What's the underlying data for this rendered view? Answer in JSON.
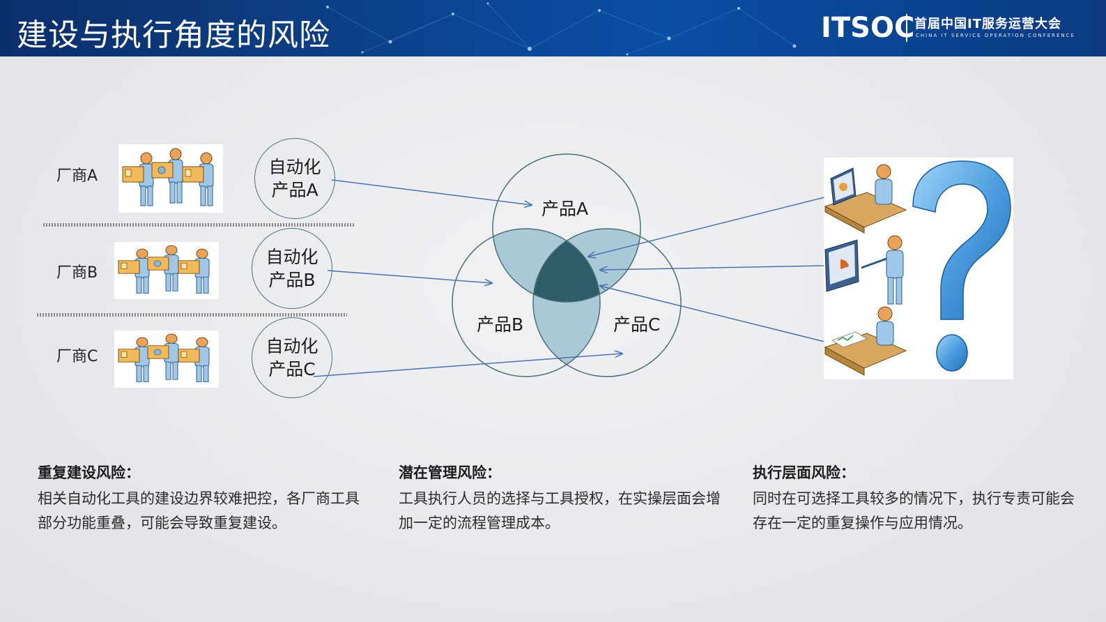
{
  "header": {
    "title": "建设与执行角度的风险",
    "logo": "ITSOC",
    "logo_cn": "首届中国IT服务运营大会",
    "logo_en": "CHINA IT SERVICE OPERATION CONFERENCE"
  },
  "vendors": [
    {
      "label": "厂商A",
      "product_line1": "自动化",
      "product_line2": "产品A"
    },
    {
      "label": "厂商B",
      "product_line1": "自动化",
      "product_line2": "产品B"
    },
    {
      "label": "厂商C",
      "product_line1": "自动化",
      "product_line2": "产品C"
    }
  ],
  "venn": {
    "labels": [
      "产品A",
      "产品B",
      "产品C"
    ]
  },
  "risks": [
    {
      "title": "重复建设风险：",
      "desc": "相关自动化工具的建设边界较难把控，各厂商工具部分功能重叠，可能会导致重复建设。"
    },
    {
      "title": "潜在管理风险：",
      "desc": "工具执行人员的选择与工具授权，在实操层面会增加一定的流程管理成本。"
    },
    {
      "title": "执行层面风险：",
      "desc": "同时在可选择工具较多的情况下，执行专责可能会存在一定的重复操作与应用情况。"
    }
  ],
  "colors": {
    "header_bg": "#0d3f86",
    "circle_stroke": "#4c6e78",
    "overlap_pair": "#a9c9d6",
    "overlap_center": "#2e5d69",
    "arrow": "#4a72b0",
    "question_mark": "#4d9fe0"
  },
  "icons": [
    "worker-group-icon",
    "office-worker-icon",
    "question-mark-icon"
  ]
}
